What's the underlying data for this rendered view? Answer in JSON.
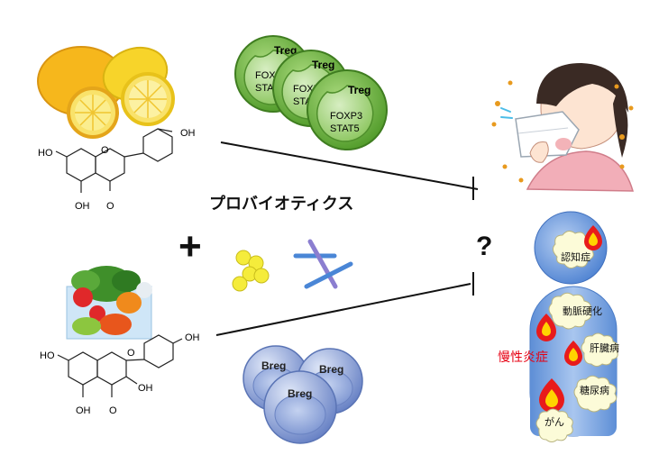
{
  "title": "プロバイオティクス",
  "plus_symbol": "+",
  "question_mark": "?",
  "treg_cells": [
    {
      "label": "Treg",
      "markers": [
        "FOXP3",
        "STAT5"
      ]
    },
    {
      "label": "Treg",
      "markers": [
        "FOXP3",
        "STAT5"
      ]
    },
    {
      "label": "Treg",
      "markers": [
        "FOXP3",
        "STAT5"
      ]
    }
  ],
  "breg_cells": [
    "Breg",
    "Breg",
    "Breg"
  ],
  "top_molecule_labels": {
    "oh_right": "OH",
    "oh_left": "HO",
    "oh_bottom": "OH",
    "carbonyl": "O",
    "ring_o": "O"
  },
  "bottom_molecule_labels": {
    "oh_right": "OH",
    "oh_left": "HO",
    "oh_bottom": "OH",
    "oh_mid": "OH",
    "carbonyl": "O",
    "ring_o": "O"
  },
  "chronic_inflammation_label": "慢性炎症",
  "dementia_label": "認知症",
  "diseases": [
    "動脈硬化",
    "肝臓病",
    "糖尿病",
    "がん"
  ],
  "colors": {
    "treg_fill": "#6db43f",
    "breg_fill": "#7d97d2",
    "disease_panel": "#7ea5dc",
    "flame_red": "#e81b1b",
    "flame_yellow": "#ffd400",
    "inflammation_text": "#e60012",
    "bacteria_yellow": "#f5ec3b"
  },
  "icons": [
    "lemon-illustration",
    "vegetable-illustration",
    "sneezing-person-illustration",
    "flame-icon"
  ]
}
